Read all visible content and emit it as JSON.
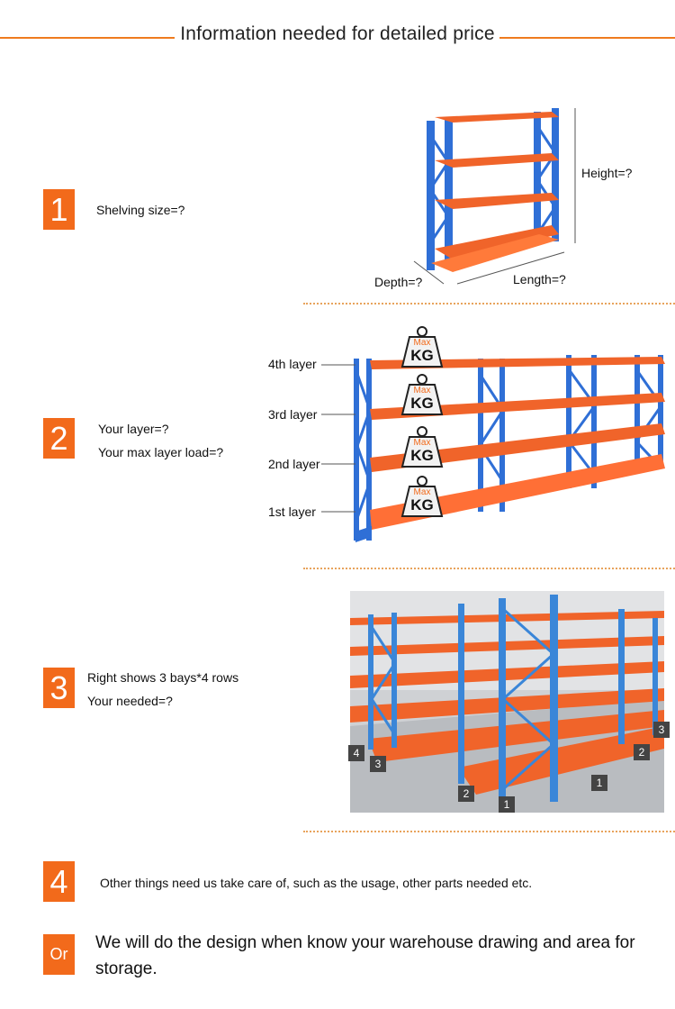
{
  "header": {
    "title": "Information needed for detailed price"
  },
  "steps": [
    {
      "number": "1",
      "lines": [
        "Shelving size=?"
      ]
    },
    {
      "number": "2",
      "lines": [
        "Your layer=?",
        "Your max layer load=?"
      ]
    },
    {
      "number": "3",
      "lines": [
        "Right shows 3 bays*4 rows",
        "Your needed=?"
      ]
    },
    {
      "number": "4",
      "lines": [
        "Other things need us take care of, such as the usage, other parts needed etc."
      ]
    }
  ],
  "or_note": {
    "badge": "Or",
    "text": "We will do the design when know your warehouse drawing and area for storage."
  },
  "dimension_figure": {
    "height": "Height=?",
    "depth": "Depth=?",
    "length": "Length=?"
  },
  "layer_figure": {
    "layers": [
      "4th layer",
      "3rd layer",
      "2nd layer",
      "1st layer"
    ],
    "weight_word": "Max",
    "weight_unit": "KG"
  },
  "bays_photo": {
    "markers": [
      "4",
      "3",
      "2",
      "1",
      "1",
      "2",
      "3"
    ]
  },
  "colors": {
    "accent": "#f26a1b",
    "shelf_orange": "#f0642a",
    "upright_blue": "#2f6fd6"
  }
}
